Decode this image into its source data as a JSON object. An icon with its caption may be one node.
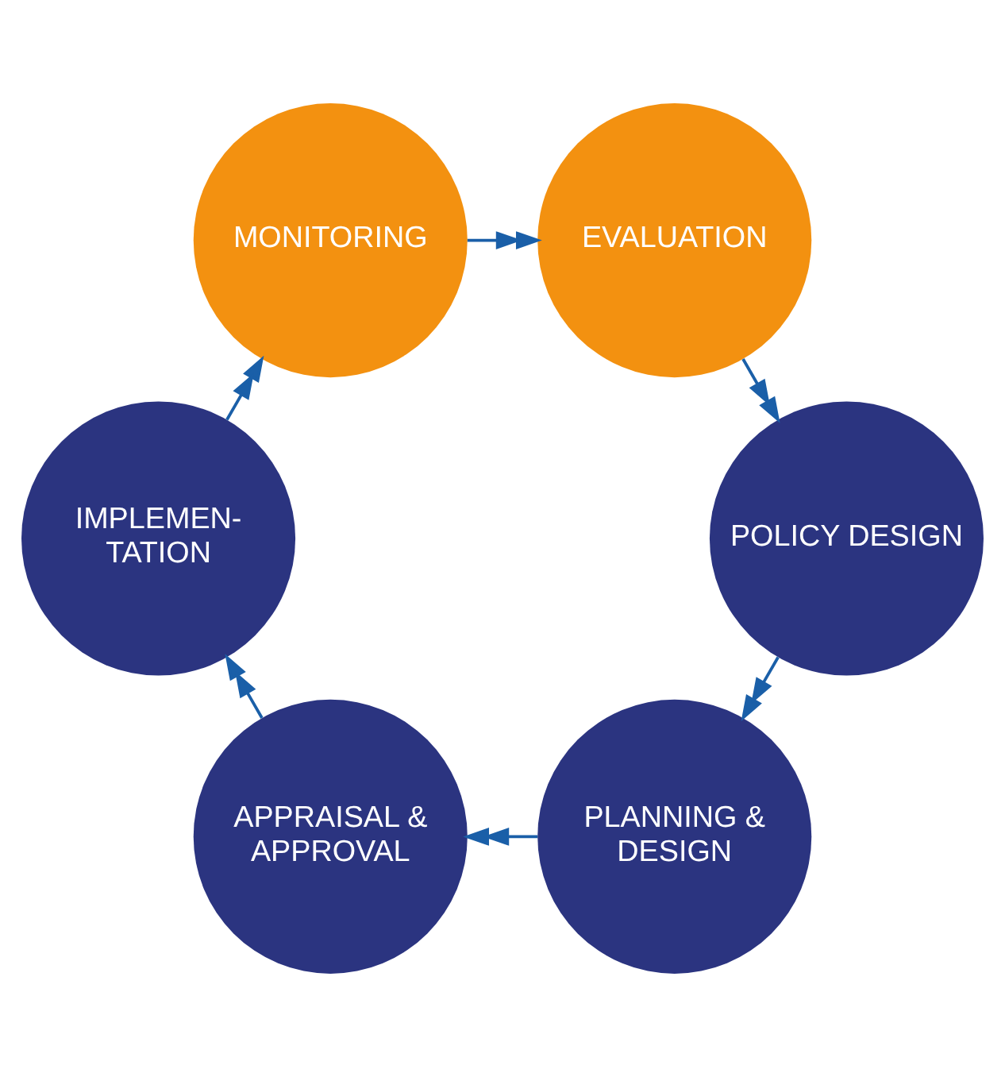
{
  "diagram": {
    "nodes": [
      {
        "text": [
          "PLANNING & DESIGN"
        ]
      },
      {
        "text": [
          "APPRAISAL & APPROVAL"
        ]
      },
      {
        "text": [
          "IMPLEMEN- TATION"
        ]
      },
      {
        "text": [
          "MONITORING"
        ]
      },
      {
        "text": [
          "EVALUATION"
        ]
      },
      {
        "text": [
          "POLICY DESIGN"
        ]
      }
    ],
    "edges": [
      {
        "from": 0,
        "to": 1,
        "arrow": "to"
      },
      {
        "from": 1,
        "to": 2,
        "arrow": "to"
      },
      {
        "from": 2,
        "to": 3,
        "arrow": "to"
      },
      {
        "from": 3,
        "to": 4,
        "arrow": "to"
      },
      {
        "from": 4,
        "to": 5,
        "arrow": "to"
      },
      {
        "from": 5,
        "to": 0,
        "arrow": "to"
      }
    ]
  }
}
